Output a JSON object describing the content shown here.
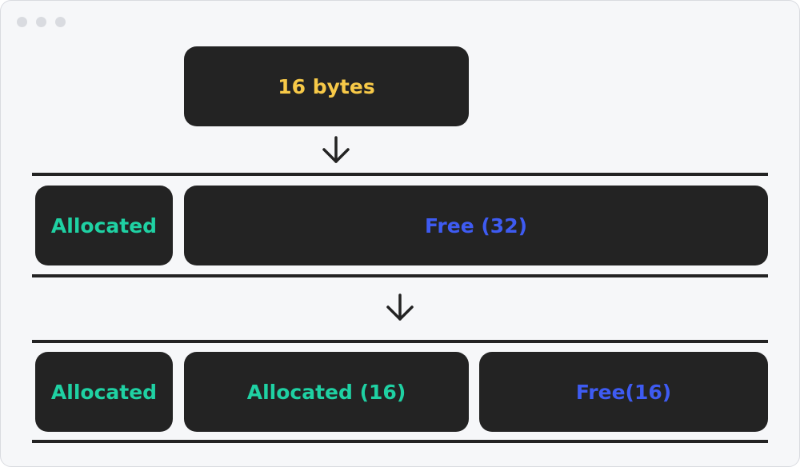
{
  "colors": {
    "block_bg": "#232323",
    "request_text": "#f7c948",
    "allocated_text": "#1fd1a3",
    "free_text": "#3e5bf2",
    "window_bg": "#f6f7f9"
  },
  "window": {
    "controls": [
      "window-dot",
      "window-dot",
      "window-dot"
    ]
  },
  "request": {
    "label": "16 bytes"
  },
  "arrows": [
    "down-arrow-icon",
    "down-arrow-icon"
  ],
  "before": {
    "blocks": [
      {
        "label": "Allocated",
        "state": "allocated"
      },
      {
        "label": "Free (32)",
        "state": "free"
      }
    ]
  },
  "after": {
    "blocks": [
      {
        "label": "Allocated",
        "state": "allocated"
      },
      {
        "label": "Allocated (16)",
        "state": "allocated"
      },
      {
        "label": "Free(16)",
        "state": "free"
      }
    ]
  }
}
